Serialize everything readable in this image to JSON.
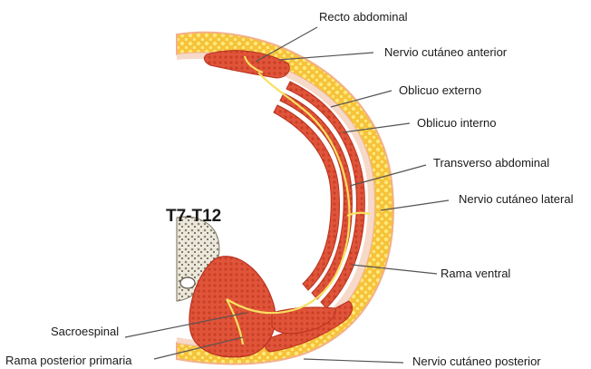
{
  "diagram": {
    "level_label": "T7-T12",
    "labels": {
      "recto_abdominal": "Recto abdominal",
      "nervio_cutaneo_anterior": "Nervio cutáneo anterior",
      "oblicuo_externo": "Oblicuo externo",
      "oblicuo_interno": "Oblicuo interno",
      "transverso_abdominal": "Transverso abdominal",
      "nervio_cutaneo_lateral": "Nervio cutáneo lateral",
      "rama_ventral": "Rama ventral",
      "sacroespinal": "Sacroespinal",
      "rama_posterior_primaria": "Rama posterior primaria",
      "nervio_cutaneo_posterior": "Nervio cutáneo posterior"
    },
    "colors": {
      "fat_outer": "#f6c23a",
      "fat_inner": "#fde87a",
      "skin_edge": "#f3b08a",
      "muscle": "#e0543a",
      "muscle_dark": "#b8321f",
      "nerve": "#f7e060",
      "fascia": "#f6d9c8",
      "bone": "#e8e4d6",
      "bone_dark": "#8a8470"
    }
  }
}
